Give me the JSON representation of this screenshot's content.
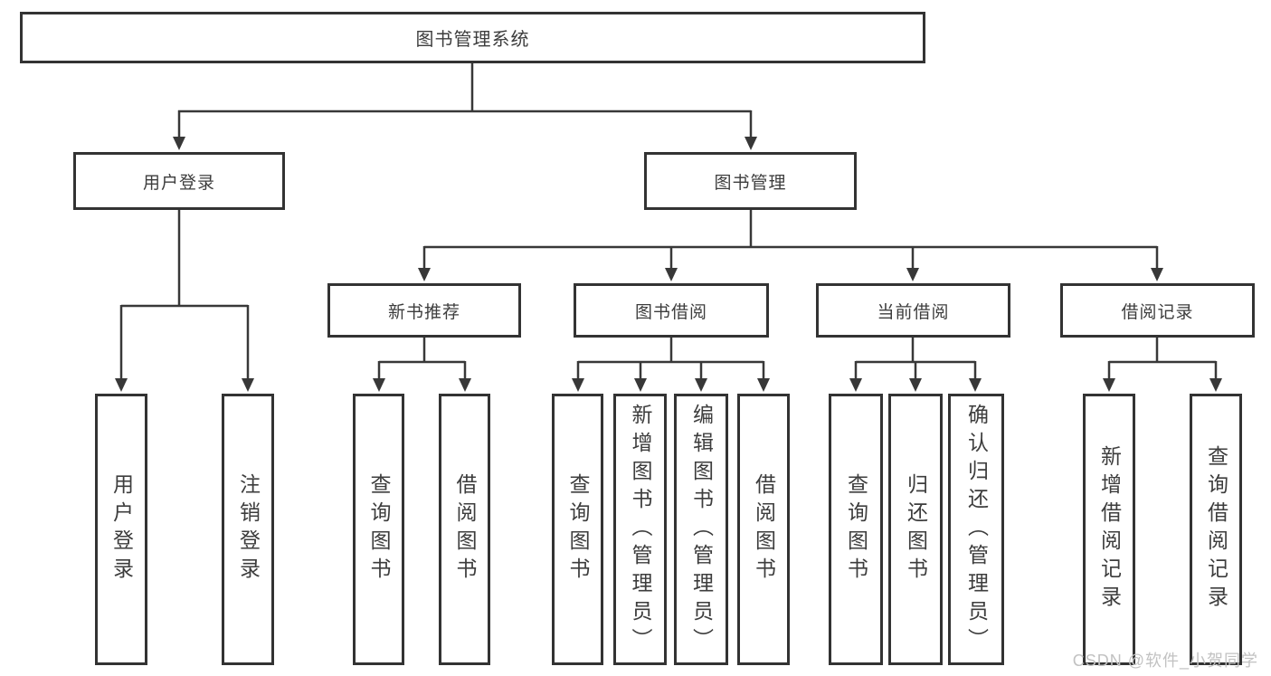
{
  "diagram": {
    "root": {
      "label": "图书管理系统"
    },
    "branches": [
      {
        "label": "用户登录",
        "children": [
          {
            "label": "用户登录"
          },
          {
            "label": "注销登录"
          }
        ]
      },
      {
        "label": "图书管理",
        "children": [
          {
            "label": "新书推荐",
            "children": [
              {
                "label": "查询图书"
              },
              {
                "label": "借阅图书"
              }
            ]
          },
          {
            "label": "图书借阅",
            "children": [
              {
                "label": "查询图书"
              },
              {
                "label": "新增图书（管理员）"
              },
              {
                "label": "编辑图书（管理员）"
              },
              {
                "label": "借阅图书"
              }
            ]
          },
          {
            "label": "当前借阅",
            "children": [
              {
                "label": "查询图书"
              },
              {
                "label": "归还图书"
              },
              {
                "label": "确认归还（管理员）"
              }
            ]
          },
          {
            "label": "借阅记录",
            "children": [
              {
                "label": "新增借阅记录"
              },
              {
                "label": "查询借阅记录"
              }
            ]
          }
        ]
      }
    ]
  },
  "watermark": {
    "text": "CSDN @软件_小贺同学"
  },
  "colors": {
    "line": "#383838",
    "node_border": "#333333",
    "text": "#3d3d3d",
    "watermark": "#c2c2c2",
    "background": "#ffffff"
  }
}
